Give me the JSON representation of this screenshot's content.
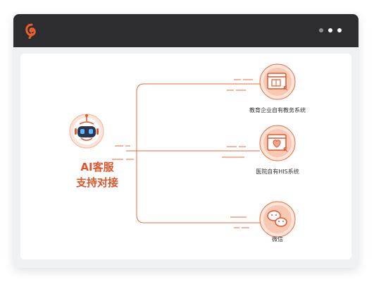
{
  "window": {
    "accent_color": "#e0552c",
    "titlebar_color": "#2d2d2f",
    "logo_icon": "brand-swirl-logo",
    "controls": [
      "dot",
      "dot",
      "dot"
    ]
  },
  "hub": {
    "icon": "robot-headset-icon",
    "line1": "AI客服",
    "line2": "支持对接"
  },
  "nodes": [
    {
      "icon": "browser-document-icon",
      "label": "教育企业自有教务系统"
    },
    {
      "icon": "browser-heart-icon",
      "label": "医院自有HIS系统"
    },
    {
      "icon": "wechat-icon",
      "label": "微信"
    }
  ]
}
